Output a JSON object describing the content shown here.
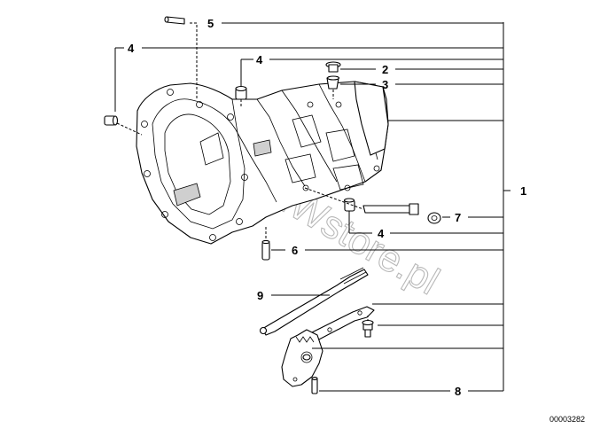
{
  "callouts": {
    "c1": "1",
    "c2": "2",
    "c3": "3",
    "c4a": "4",
    "c4b": "4",
    "c4c": "4",
    "c5": "5",
    "c6": "6",
    "c7": "7",
    "c8": "8",
    "c9": "9"
  },
  "watermark": "www.BMWstore.pl",
  "ref_code": "00003282"
}
